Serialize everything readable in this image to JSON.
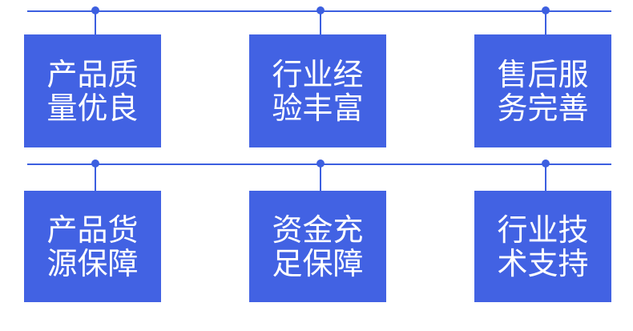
{
  "diagram": {
    "colors": {
      "background": "#ffffff",
      "box_fill": "#4262e3",
      "connector": "#3c5fe0",
      "text": "#ffffff"
    },
    "rows": [
      {
        "boxes": [
          {
            "label": "产品质量优良",
            "lines": [
              "产品质",
              "量优良"
            ]
          },
          {
            "label": "行业经验丰富",
            "lines": [
              "行业经",
              "验丰富"
            ]
          },
          {
            "label": "售后服务完善",
            "lines": [
              "售后服",
              "务完善"
            ]
          }
        ]
      },
      {
        "boxes": [
          {
            "label": "产品货源保障",
            "lines": [
              "产品货",
              "源保障"
            ]
          },
          {
            "label": "资金充足保障",
            "lines": [
              "资金充",
              "足保障"
            ]
          },
          {
            "label": "行业技术支持",
            "lines": [
              "行业技",
              "术支持"
            ]
          }
        ]
      }
    ]
  }
}
